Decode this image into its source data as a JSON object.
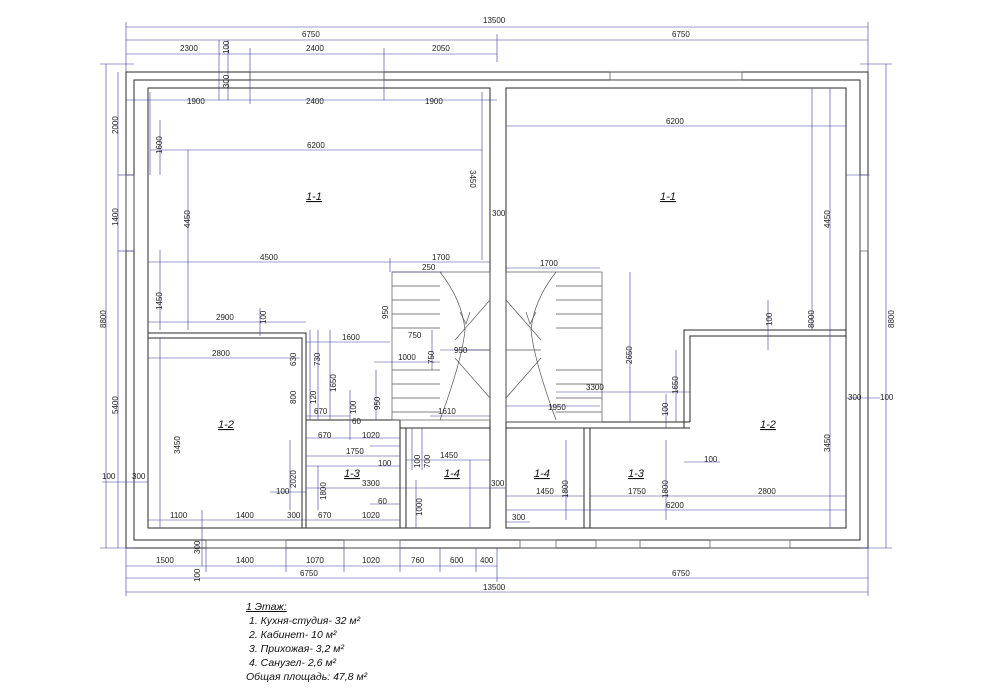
{
  "dimensions": {
    "top_total": "13500",
    "top_half_left": "6750",
    "top_half_right": "6750",
    "top_row_1": [
      "2300",
      "100",
      "2400",
      "2050"
    ],
    "top_row_2": [
      "300",
      "1900",
      "2400",
      "1900"
    ],
    "left_inner_6200": "6200",
    "right_inner_6200": "6200",
    "v_1600": "1600",
    "v_4450_left": "4450",
    "v_3450_top": "3450",
    "h_300_mid": "300",
    "v_4450_right": "4450",
    "h_4500": "4500",
    "h_1700_left": "1700",
    "h_250": "250",
    "h_1700_right": "1700",
    "v_1450": "1450",
    "v_950_a": "950",
    "h_2900": "2900",
    "v_100_a": "100",
    "h_750_a": "750",
    "h_1600": "1600",
    "h_2800_left": "2800",
    "v_630": "630",
    "v_730": "730",
    "h_1000": "1000",
    "v_750": "750",
    "h_950": "950",
    "v_1650_a": "1650",
    "v_120": "120",
    "v_800": "800",
    "v_950_b": "950",
    "v_100_b": "100",
    "h_670_a": "670",
    "h_1610": "1610",
    "h_60_a": "60",
    "h_670_b": "670",
    "h_1020_a": "1020",
    "v_100_c": "100",
    "h_1750": "1750",
    "v_100_d": "100",
    "v_700": "700",
    "h_1450_a": "1450",
    "v_3450_left": "3450",
    "v_2020": "2020",
    "v_1800_a": "1800",
    "h_3300_a": "3300",
    "h_100_a": "100",
    "h_60_b": "60",
    "h_1100": "1100",
    "h_1400_a": "1400",
    "h_300_a": "300",
    "h_670_c": "670",
    "h_1020_b": "1020",
    "v_1000": "1000",
    "h_300_b": "300",
    "v_100_e": "100",
    "v_8000": "8000",
    "v_2650": "2650",
    "h_3300_b": "3300",
    "v_1650_b": "1650",
    "h_1950": "1950",
    "v_100_f": "100",
    "h_300_c": "300",
    "h_100_b": "100",
    "v_3450_right": "3450",
    "h_100_c": "100",
    "h_1450_b": "1450",
    "v_1800_b": "1800",
    "h_1750_b": "1750",
    "v_1800_c": "1800",
    "h_2800_right": "2800",
    "h_6200_bottom": "6200",
    "h_300_d": "300",
    "left_2000": "2000",
    "left_1400": "1400",
    "left_8800": "8800",
    "left_5400": "5400",
    "left_100": "100",
    "left_300": "300",
    "right_8800": "8800",
    "bottom_row_1": [
      "1500",
      "1400",
      "1070",
      "1020",
      "760",
      "600",
      "400"
    ],
    "bottom_100": "100",
    "bottom_300": "300",
    "bottom_half_left": "6750",
    "bottom_half_right": "6750",
    "bottom_total": "13500"
  },
  "rooms": {
    "left_1_1": "1-1",
    "right_1_1": "1-1",
    "left_1_2": "1-2",
    "right_1_2": "1-2",
    "left_1_3": "1-3",
    "left_1_4": "1-4",
    "right_1_4": "1-4",
    "right_1_3": "1-3"
  },
  "legend": {
    "title": "1 Этаж:",
    "items": [
      "1. Кухня-студия- 32 м²",
      "2. Кабинет- 10 м²",
      "3. Прихожая- 3,2 м²",
      "4. Санузел- 2,6 м²"
    ],
    "total": "Общая площадь: 47,8 м²"
  }
}
